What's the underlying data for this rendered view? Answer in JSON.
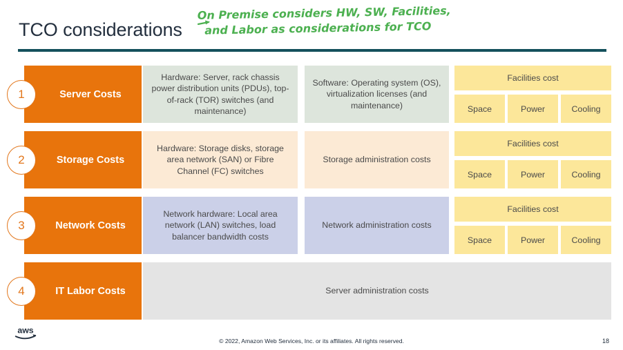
{
  "header": {
    "title": "TCO considerations",
    "rule_color": "#14505C"
  },
  "annotation": {
    "icon": "arrow-right-icon",
    "color": "#4CB050",
    "line1": "On Premise considers HW, SW, Facilities,",
    "line2": "and Labor as considerations for TCO",
    "full_text": "On Premise considers HW, SW, Facilities, and Labor as considerations for TCO"
  },
  "colors": {
    "orange": "#E8740C",
    "badge_border": "#E2761B",
    "green": "#DDE5DC",
    "peach": "#FCEAD5",
    "lavender": "#CBD0E8",
    "gray": "#E4E4E4",
    "yellow": "#FCE79A",
    "title": "#232F3E"
  },
  "matrix": {
    "facilities_label": "Facilities cost",
    "facilities_items": [
      "Space",
      "Power",
      "Cooling"
    ],
    "rows": [
      {
        "number": "1",
        "category": "Server Costs",
        "layout": "split",
        "hardware": "Hardware: Server, rack chassis power distribution units (PDUs), top-of-rack (TOR) switches (and maintenance)",
        "software": "Software: Operating system (OS), virtualization licenses (and maintenance)",
        "hardware_bg": "bg-green",
        "software_bg": "bg-green",
        "has_facilities": true
      },
      {
        "number": "2",
        "category": "Storage Costs",
        "layout": "split",
        "hardware": "Hardware: Storage disks, storage area network (SAN) or Fibre Channel (FC) switches",
        "software": "Storage administration costs",
        "hardware_bg": "bg-peach",
        "software_bg": "bg-peach",
        "has_facilities": true
      },
      {
        "number": "3",
        "category": "Network Costs",
        "layout": "split",
        "hardware": "Network hardware: Local area network (LAN) switches, load balancer bandwidth costs",
        "software": "Network administration costs",
        "hardware_bg": "bg-lavender",
        "software_bg": "bg-lavender",
        "has_facilities": true
      },
      {
        "number": "4",
        "category": "IT Labor Costs",
        "layout": "full",
        "full": "Server administration costs",
        "full_bg": "bg-gray",
        "has_facilities": false
      }
    ]
  },
  "footer": {
    "logo": "aws-logo",
    "copyright": "© 2022, Amazon Web Services, Inc. or its affiliates. All rights reserved.",
    "page_number": "18"
  }
}
